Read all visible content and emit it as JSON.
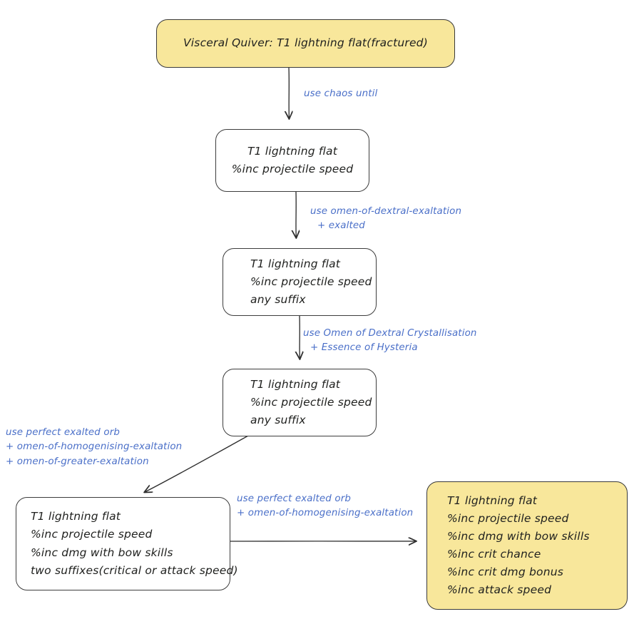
{
  "diagram": {
    "title": "Visceral Quiver crafting flowchart",
    "type": "flowchart",
    "colors": {
      "node_fill_highlight": "#f8e79b",
      "node_fill_default": "#ffffff",
      "node_stroke": "#3d3d3d",
      "edge_label_text": "#4a6fc8",
      "node_text": "#20211f",
      "background": "#ffffff"
    }
  },
  "nodes": [
    {
      "id": "start",
      "style": "highlight",
      "align": "center",
      "lines": [
        "Visceral Quiver: T1 lightning flat(fractured)"
      ]
    },
    {
      "id": "step1",
      "style": "default",
      "align": "center",
      "lines": [
        "T1 lightning flat",
        "%inc projectile speed"
      ]
    },
    {
      "id": "step2",
      "style": "default",
      "align": "left",
      "lines": [
        "T1 lightning flat",
        "%inc projectile speed",
        "any suffix"
      ]
    },
    {
      "id": "step3",
      "style": "default",
      "align": "left",
      "lines": [
        "T1 lightning flat",
        "%inc projectile speed",
        "any suffix"
      ]
    },
    {
      "id": "step4",
      "style": "default",
      "align": "left",
      "lines": [
        "T1 lightning flat",
        "%inc projectile speed",
        "%inc dmg with bow skills",
        "two suffixes(critical or attack speed)"
      ]
    },
    {
      "id": "final",
      "style": "highlight",
      "align": "left",
      "lines": [
        "T1 lightning flat",
        "%inc projectile speed",
        "%inc dmg with bow skills",
        "%inc crit chance",
        "%inc crit dmg bonus",
        "%inc attack speed"
      ]
    }
  ],
  "edges": [
    {
      "id": "edge-start-step1",
      "from": "start",
      "to": "step1",
      "lines": [
        "use chaos until"
      ]
    },
    {
      "id": "edge-step1-step2",
      "from": "step1",
      "to": "step2",
      "lines": [
        "use omen-of-dextral-exaltation",
        "+ exalted"
      ]
    },
    {
      "id": "edge-step2-step3",
      "from": "step2",
      "to": "step3",
      "lines": [
        "use Omen of Dextral Crystallisation",
        "+ Essence of Hysteria"
      ]
    },
    {
      "id": "edge-step3-step4",
      "from": "step3",
      "to": "step4",
      "lines": [
        "use perfect exalted orb",
        "+ omen-of-homogenising-exaltation",
        "+ omen-of-greater-exaltation"
      ]
    },
    {
      "id": "edge-step4-final",
      "from": "step4",
      "to": "final",
      "lines": [
        "use perfect exalted orb",
        "+ omen-of-homogenising-exaltation"
      ]
    }
  ]
}
